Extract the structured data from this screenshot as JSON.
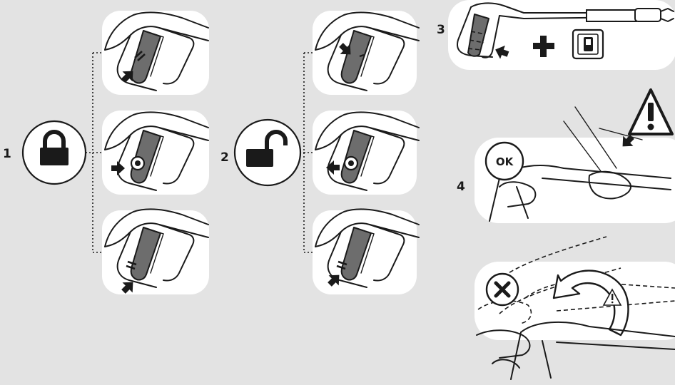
{
  "steps": {
    "s1": "1",
    "s2": "2",
    "s3": "3",
    "s4": "4"
  },
  "ok_label": "OK",
  "icons": {
    "lock": "lock-closed-icon",
    "unlock": "lock-open-icon",
    "warning": "warning-triangle-icon",
    "prohibited": "x-circle-icon",
    "plus": "plus-icon",
    "power_switch": "power-switch-icon"
  },
  "colors": {
    "background": "#e3e3e3",
    "panel": "#ffffff",
    "trigger": "#6d6d6d",
    "ink": "#1a1a1a"
  }
}
